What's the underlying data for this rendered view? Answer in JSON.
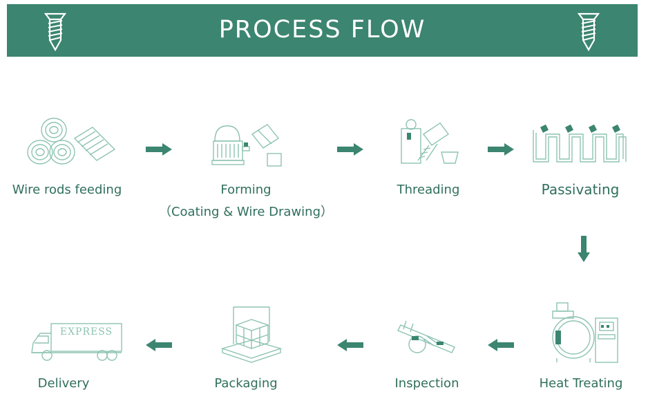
{
  "banner": {
    "title": "PROCESS FLOW",
    "color": "#3c8570"
  },
  "accent": "#3c8570",
  "line_color": "#8dc3b2",
  "steps": [
    {
      "label": "Wire rods feeding",
      "icon": "wire-coils-icon"
    },
    {
      "label": "Forming",
      "sublabel": "（Coating & Wire Drawing）",
      "icon": "forming-machine-icon"
    },
    {
      "label": "Threading",
      "icon": "threading-machine-icon"
    },
    {
      "label": "Passivating",
      "icon": "passivating-tank-icon"
    },
    {
      "label": "Heat Treating",
      "icon": "furnace-icon"
    },
    {
      "label": "Inspection",
      "icon": "caliper-icon"
    },
    {
      "label": "Packaging",
      "icon": "pallet-boxes-icon"
    },
    {
      "label": "Delivery",
      "icon": "truck-icon",
      "truck_text": "EXPRESS"
    }
  ],
  "arrows": [
    "right",
    "right",
    "right",
    "down",
    "left",
    "left",
    "left"
  ]
}
